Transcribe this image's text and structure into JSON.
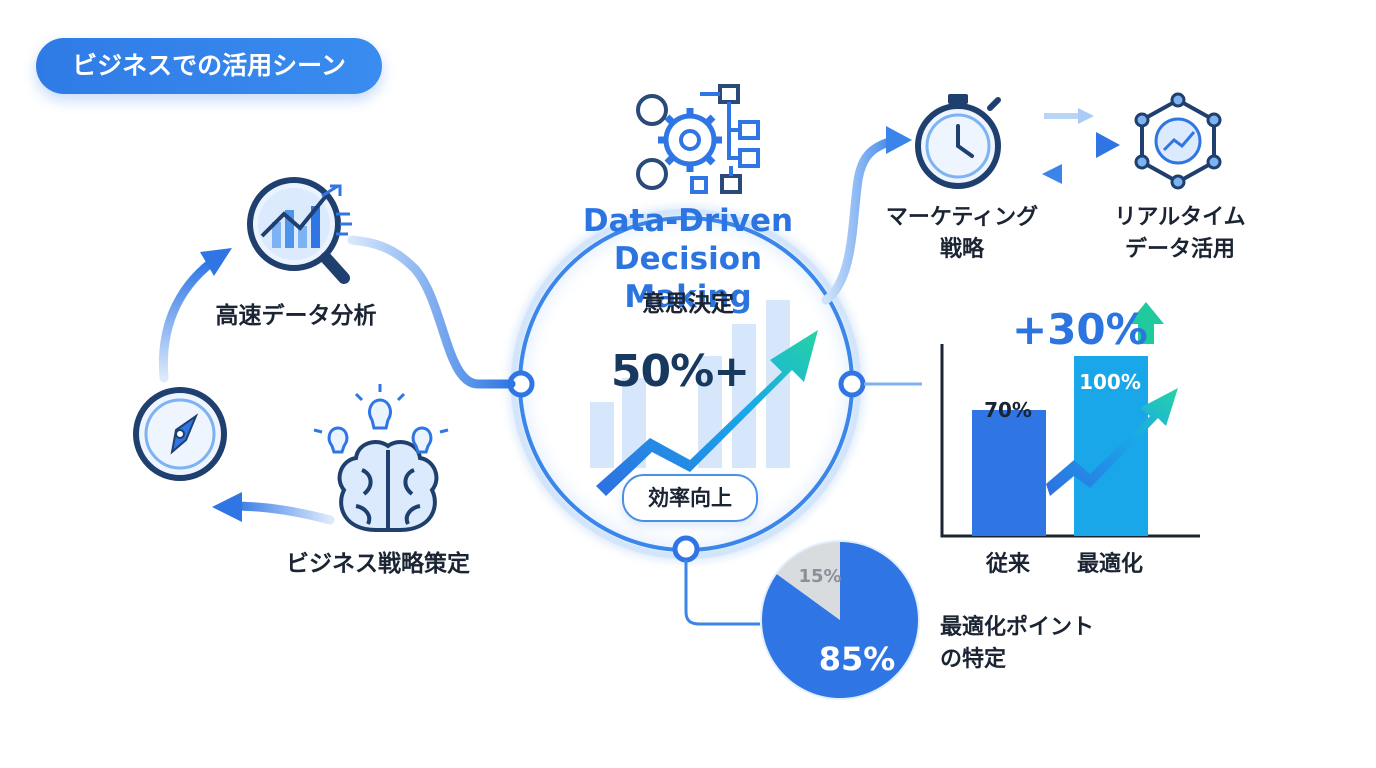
{
  "header": {
    "title": "ビジネスでの活用シーン"
  },
  "center": {
    "headline_line1": "Data-Driven",
    "headline_line2": "Decision Making",
    "subtitle": "意思決定",
    "growth_value": "50%+",
    "efficiency_label": "効率向上"
  },
  "cycle": {
    "analysis_label": "高速データ分析",
    "strategy_label": "ビジネス戦略策定"
  },
  "flow": {
    "marketing_line1": "マーケティング",
    "marketing_line2": "戦略",
    "realtime_line1": "リアルタイム",
    "realtime_line2": "データ活用"
  },
  "comparison": {
    "improvement": "+30%",
    "bars": [
      {
        "label": "従来",
        "value_label": "70%",
        "value": 70,
        "color": "#2f76e4"
      },
      {
        "label": "最適化",
        "value_label": "100%",
        "value": 100,
        "color": "#1aa7ea"
      }
    ]
  },
  "optimization": {
    "line1": "最適化ポイント",
    "line2": "の特定",
    "slices": [
      {
        "label": "85%",
        "value": 85,
        "color": "#2f76e4"
      },
      {
        "label": "15%",
        "value": 15,
        "color": "#d9dcdf"
      }
    ]
  },
  "colors": {
    "primary": "#2f76e4",
    "accent": "#1aa7ea",
    "teal": "#21d1a6",
    "navy": "#17385f"
  },
  "icons": [
    "magnifier-chart-icon",
    "gear-flowchart-icon",
    "stopwatch-icon",
    "network-chart-icon",
    "compass-icon",
    "brain-lightbulb-icon"
  ]
}
